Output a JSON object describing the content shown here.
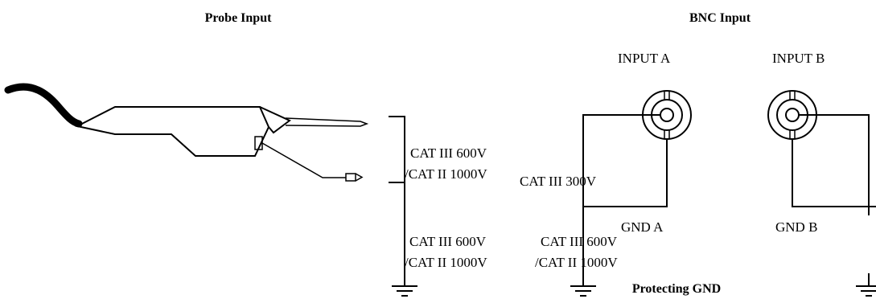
{
  "probe_section": {
    "title": "Probe Input",
    "upper_rating_line1": "CAT III 600V",
    "upper_rating_line2": "/CAT II 1000V",
    "lower_rating_line1": "CAT III 600V",
    "lower_rating_line2": "/CAT II 1000V"
  },
  "bnc_section": {
    "title": "BNC Input",
    "input_a_label": "INPUT A",
    "input_b_label": "INPUT B",
    "signal_rating": "CAT III 300V",
    "gnd_a_label": "GND A",
    "gnd_b_label": "GND B",
    "ground_rating_line1": "CAT III 600V",
    "ground_rating_line2": "/CAT II 1000V"
  },
  "footer": {
    "protecting_gnd_label": "Protecting GND"
  }
}
